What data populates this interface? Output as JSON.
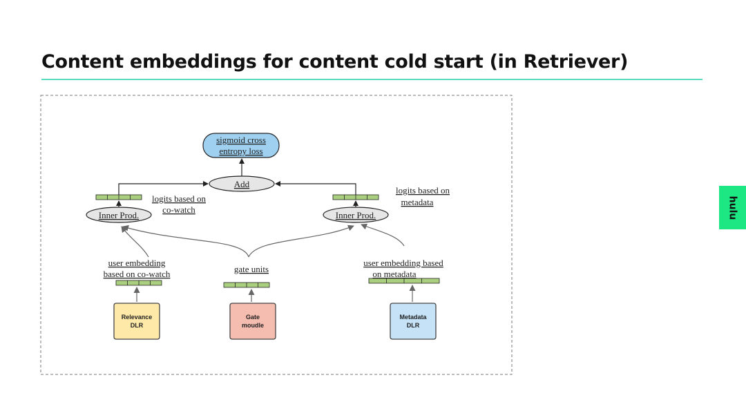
{
  "slide": {
    "title": "Content embeddings for content cold start (in Retriever)"
  },
  "brand": {
    "label": "hulu"
  },
  "diagram": {
    "loss_line1": "sigmoid cross",
    "loss_line2": "entropy loss",
    "add": "Add",
    "inner_prod_left": "Inner Prod.",
    "inner_prod_right": "Inner Prod.",
    "logits_cowatch_line1": "logits  based on",
    "logits_cowatch_line2": "co-watch",
    "logits_metadata_line1": "logits based on",
    "logits_metadata_line2": "metadata",
    "user_emb_cowatch_line1": "user embedding",
    "user_emb_cowatch_line2": "based on co-watch",
    "gate_units": "gate units",
    "user_emb_metadata_line1": "user embedding based",
    "user_emb_metadata_line2": "on metadata",
    "relevance_line1": "Relevance",
    "relevance_line2": "DLR",
    "gate_line1": "Gate",
    "gate_line2": "moudle",
    "metadata_line1": "Metadata",
    "metadata_line2": "DLR"
  },
  "colors": {
    "accent_rule": "#57dcc0",
    "brand": "#1ce783",
    "loss_fill": "#9fd0f0",
    "vector_fill": "#a9cf7f",
    "relevance_fill": "#ffe9a8",
    "gate_fill": "#f5bcb0",
    "metadata_fill": "#c6e2f6"
  }
}
